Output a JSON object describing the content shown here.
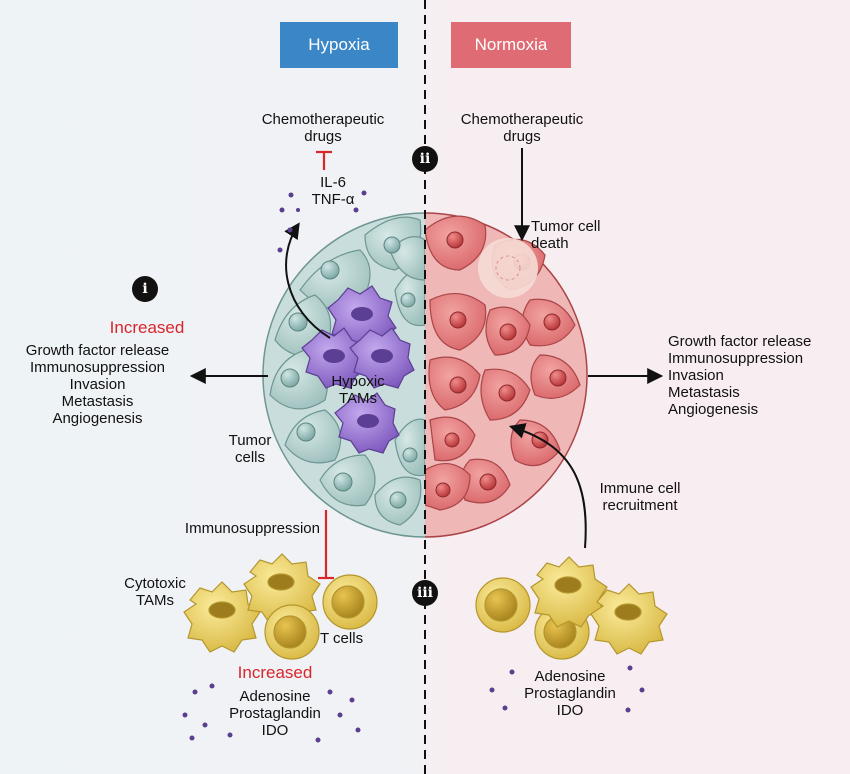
{
  "panels": {
    "hypoxia": {
      "title": "Hypoxia",
      "color": "#3b86c6"
    },
    "normoxia": {
      "title": "Normoxia",
      "color": "#df6b74"
    }
  },
  "markers": {
    "i": "i",
    "ii": "ii",
    "iii": "iii"
  },
  "hypoxia_side": {
    "drug_label": "Chemotherapeutic\ndrugs",
    "cytokines": [
      "IL-6",
      "TNF-α"
    ],
    "increased_top": "Increased",
    "effects": [
      "Growth factor release",
      "Immunosuppression",
      "Invasion",
      "Metastasis",
      "Angiogenesis"
    ],
    "tam_label": "Hypoxic\nTAMs",
    "tumor_label": "Tumor\ncells",
    "immunosuppression": "Immunosuppression",
    "cytotoxic_label": "Cytotoxic\nTAMs",
    "tcells_label": "T cells",
    "increased_bottom": "Increased",
    "metabolites": [
      "Adenosine",
      "Prostaglandin",
      "IDO"
    ]
  },
  "normoxia_side": {
    "drug_label": "Chemotherapeutic\ndrugs",
    "death_label": "Tumor cell\ndeath",
    "effects": [
      "Growth factor release",
      "Immunosuppression",
      "Invasion",
      "Metastasis",
      "Angiogenesis"
    ],
    "recruitment_label": "Immune cell\nrecruitment",
    "metabolites": [
      "Adenosine",
      "Prostaglandin",
      "IDO"
    ]
  },
  "colors": {
    "hypoxic_tumor": "#b8d3d1",
    "normoxic_tumor": "#e47b7d",
    "tam": "#9a7ad2",
    "immune_cell": "#ebd16a",
    "inhibit": "#d9262b",
    "dots": "#5a3f8e"
  }
}
